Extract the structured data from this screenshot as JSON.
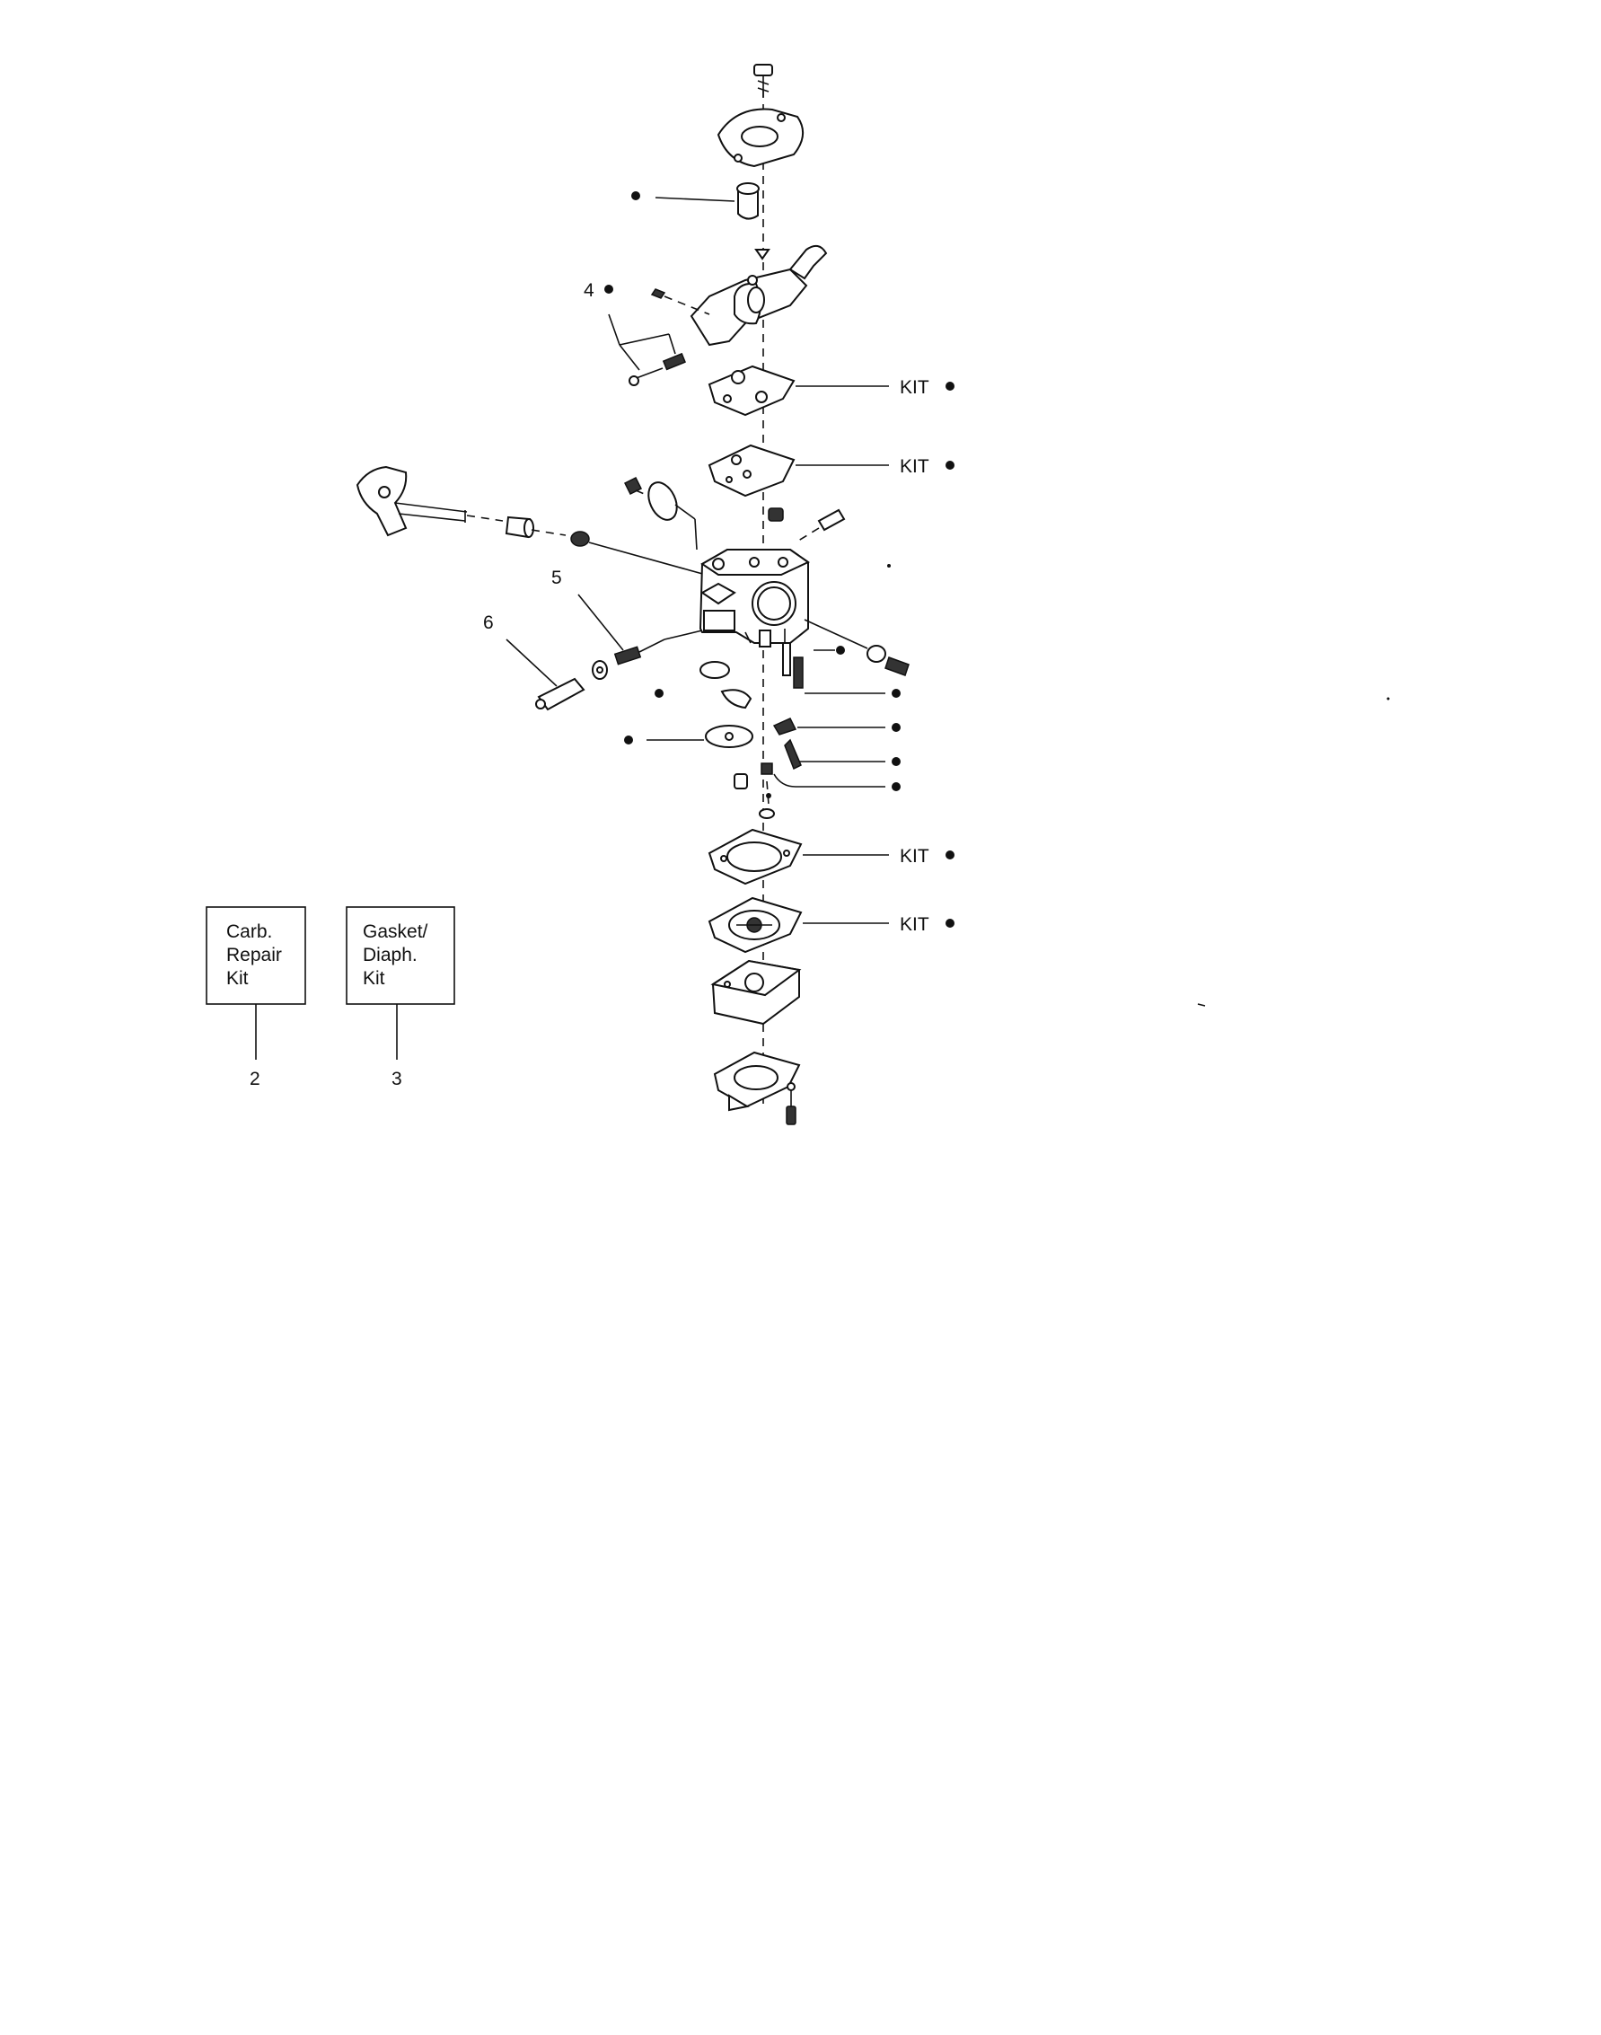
{
  "callouts": {
    "kit_1": "KIT",
    "kit_2": "KIT",
    "kit_3": "KIT",
    "kit_4": "KIT",
    "ref_4": "4",
    "ref_5": "5",
    "ref_6": "6",
    "ref_2": "2",
    "ref_3": "3"
  },
  "legend": {
    "box1": {
      "line1": "Carb.",
      "line2": "Repair",
      "line3": "Kit"
    },
    "box2": {
      "line1": "Gasket/",
      "line2": "Diaph.",
      "line3": "Kit"
    }
  },
  "colors": {
    "ink": "#111111",
    "paper": "#ffffff"
  }
}
